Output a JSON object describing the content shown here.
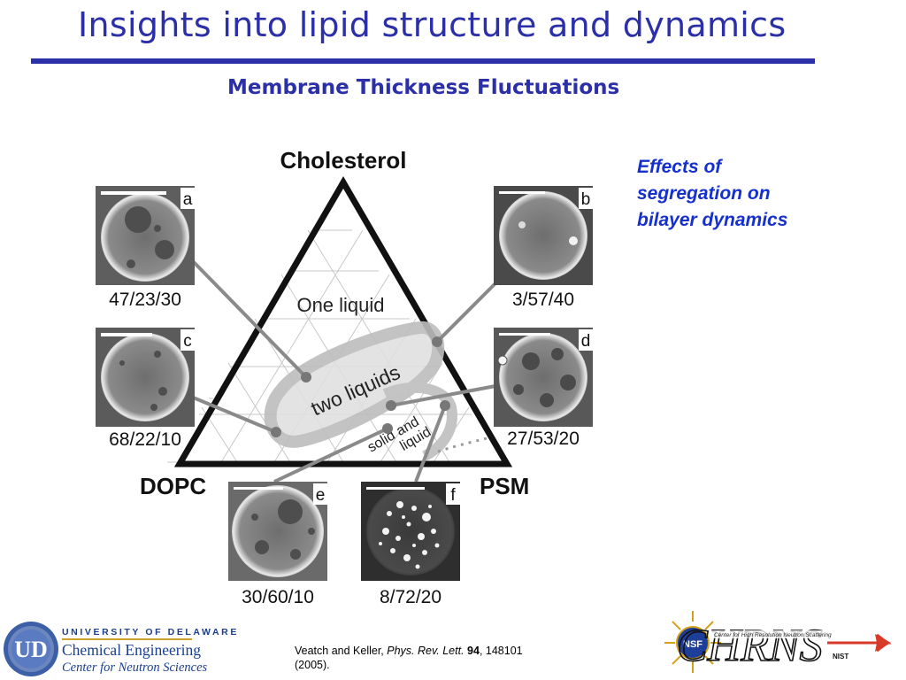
{
  "slide": {
    "title": "Insights into lipid structure and dynamics",
    "subtitle": "Membrane Thickness Fluctuations",
    "side_note": [
      "Effects of",
      "segregation on",
      "bilayer dynamics"
    ]
  },
  "diagram": {
    "vertices": {
      "top": "Cholesterol",
      "left": "DOPC",
      "right": "PSM"
    },
    "regions": {
      "one_liquid": "One liquid",
      "two_liquids": "two liquids",
      "solid_liquid_1": "solid and",
      "solid_liquid_2": "liquid"
    },
    "panels": [
      {
        "letter": "a",
        "composition": "47/23/30"
      },
      {
        "letter": "b",
        "composition": "3/57/40"
      },
      {
        "letter": "c",
        "composition": "68/22/10"
      },
      {
        "letter": "d",
        "composition": "27/53/20"
      },
      {
        "letter": "e",
        "composition": "30/60/10"
      },
      {
        "letter": "f",
        "composition": "8/72/20"
      }
    ]
  },
  "citation": {
    "authors": "Veatch and Keller, ",
    "journal": "Phys. Rev. Lett.",
    "volume": "94",
    "pages": ", 148101",
    "year": "(2005)."
  },
  "footer": {
    "university": "UNIVERSITY OF DELAWARE",
    "department": "Chemical Engineering",
    "center": "Center for Neutron Sciences",
    "chrns_logo": "CHRNS",
    "chrns_tagline": "Center for High Resolution Neutron Scattering",
    "nsf": "NSF",
    "nist": "NIST",
    "ud_monogram": "UD"
  }
}
